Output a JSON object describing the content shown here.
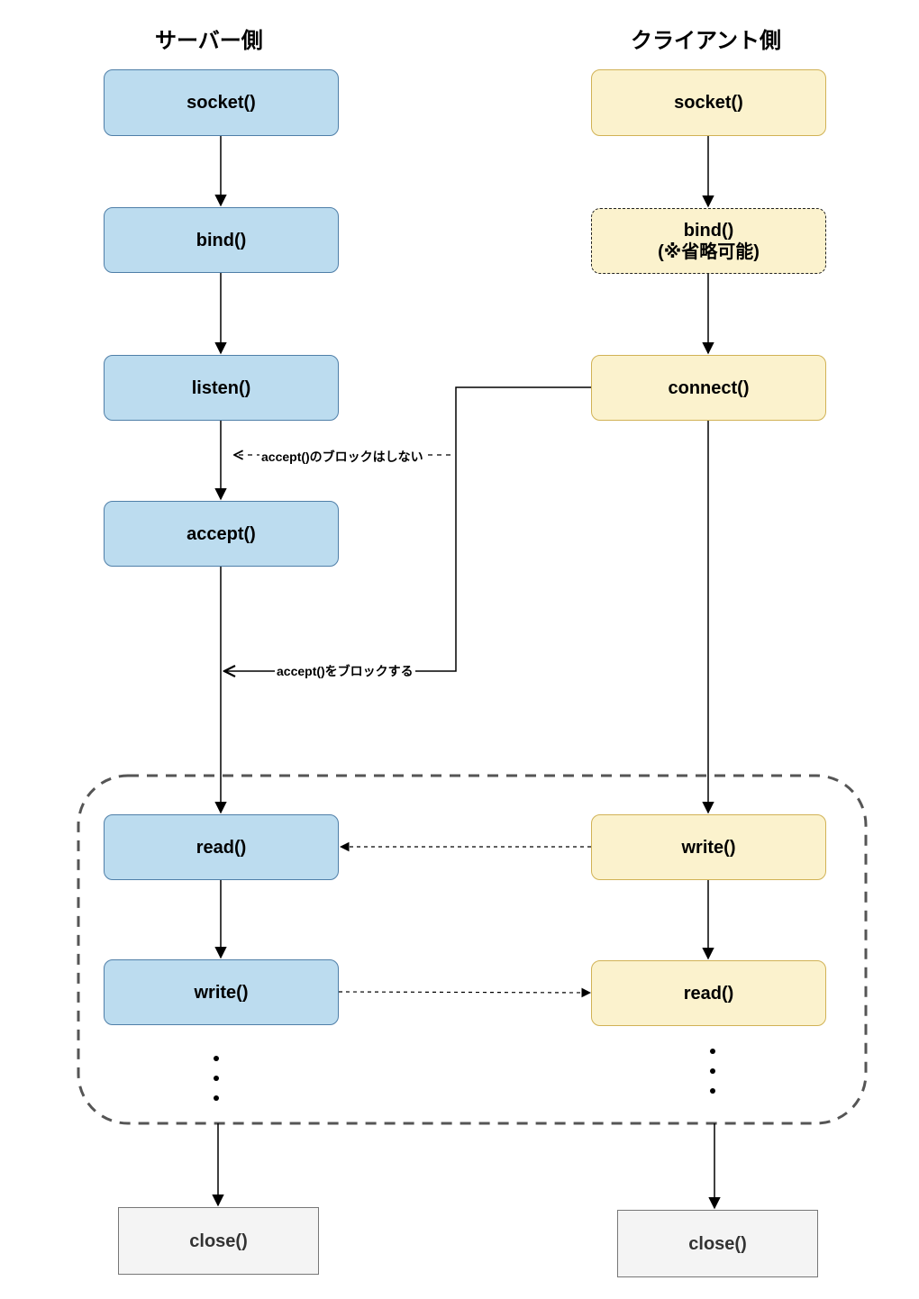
{
  "titles": {
    "server": "サーバー側",
    "client": "クライアント側"
  },
  "server": {
    "socket": "socket()",
    "bind": "bind()",
    "listen": "listen()",
    "accept": "accept()",
    "read": "read()",
    "write": "write()",
    "close": "close()"
  },
  "client": {
    "socket": "socket()",
    "bind_line1": "bind()",
    "bind_line2": "(※省略可能)",
    "connect": "connect()",
    "write": "write()",
    "read": "read()",
    "close": "close()"
  },
  "labels": {
    "no_block": "accept()のブロックはしない",
    "block": "accept()をブロックする"
  },
  "colors": {
    "server_fill": "#bcdcef",
    "server_stroke": "#4f7fa8",
    "client_fill": "#fbf2cd",
    "client_stroke": "#d1b255",
    "close_fill": "#f4f4f4",
    "loop_stroke": "#555555"
  }
}
